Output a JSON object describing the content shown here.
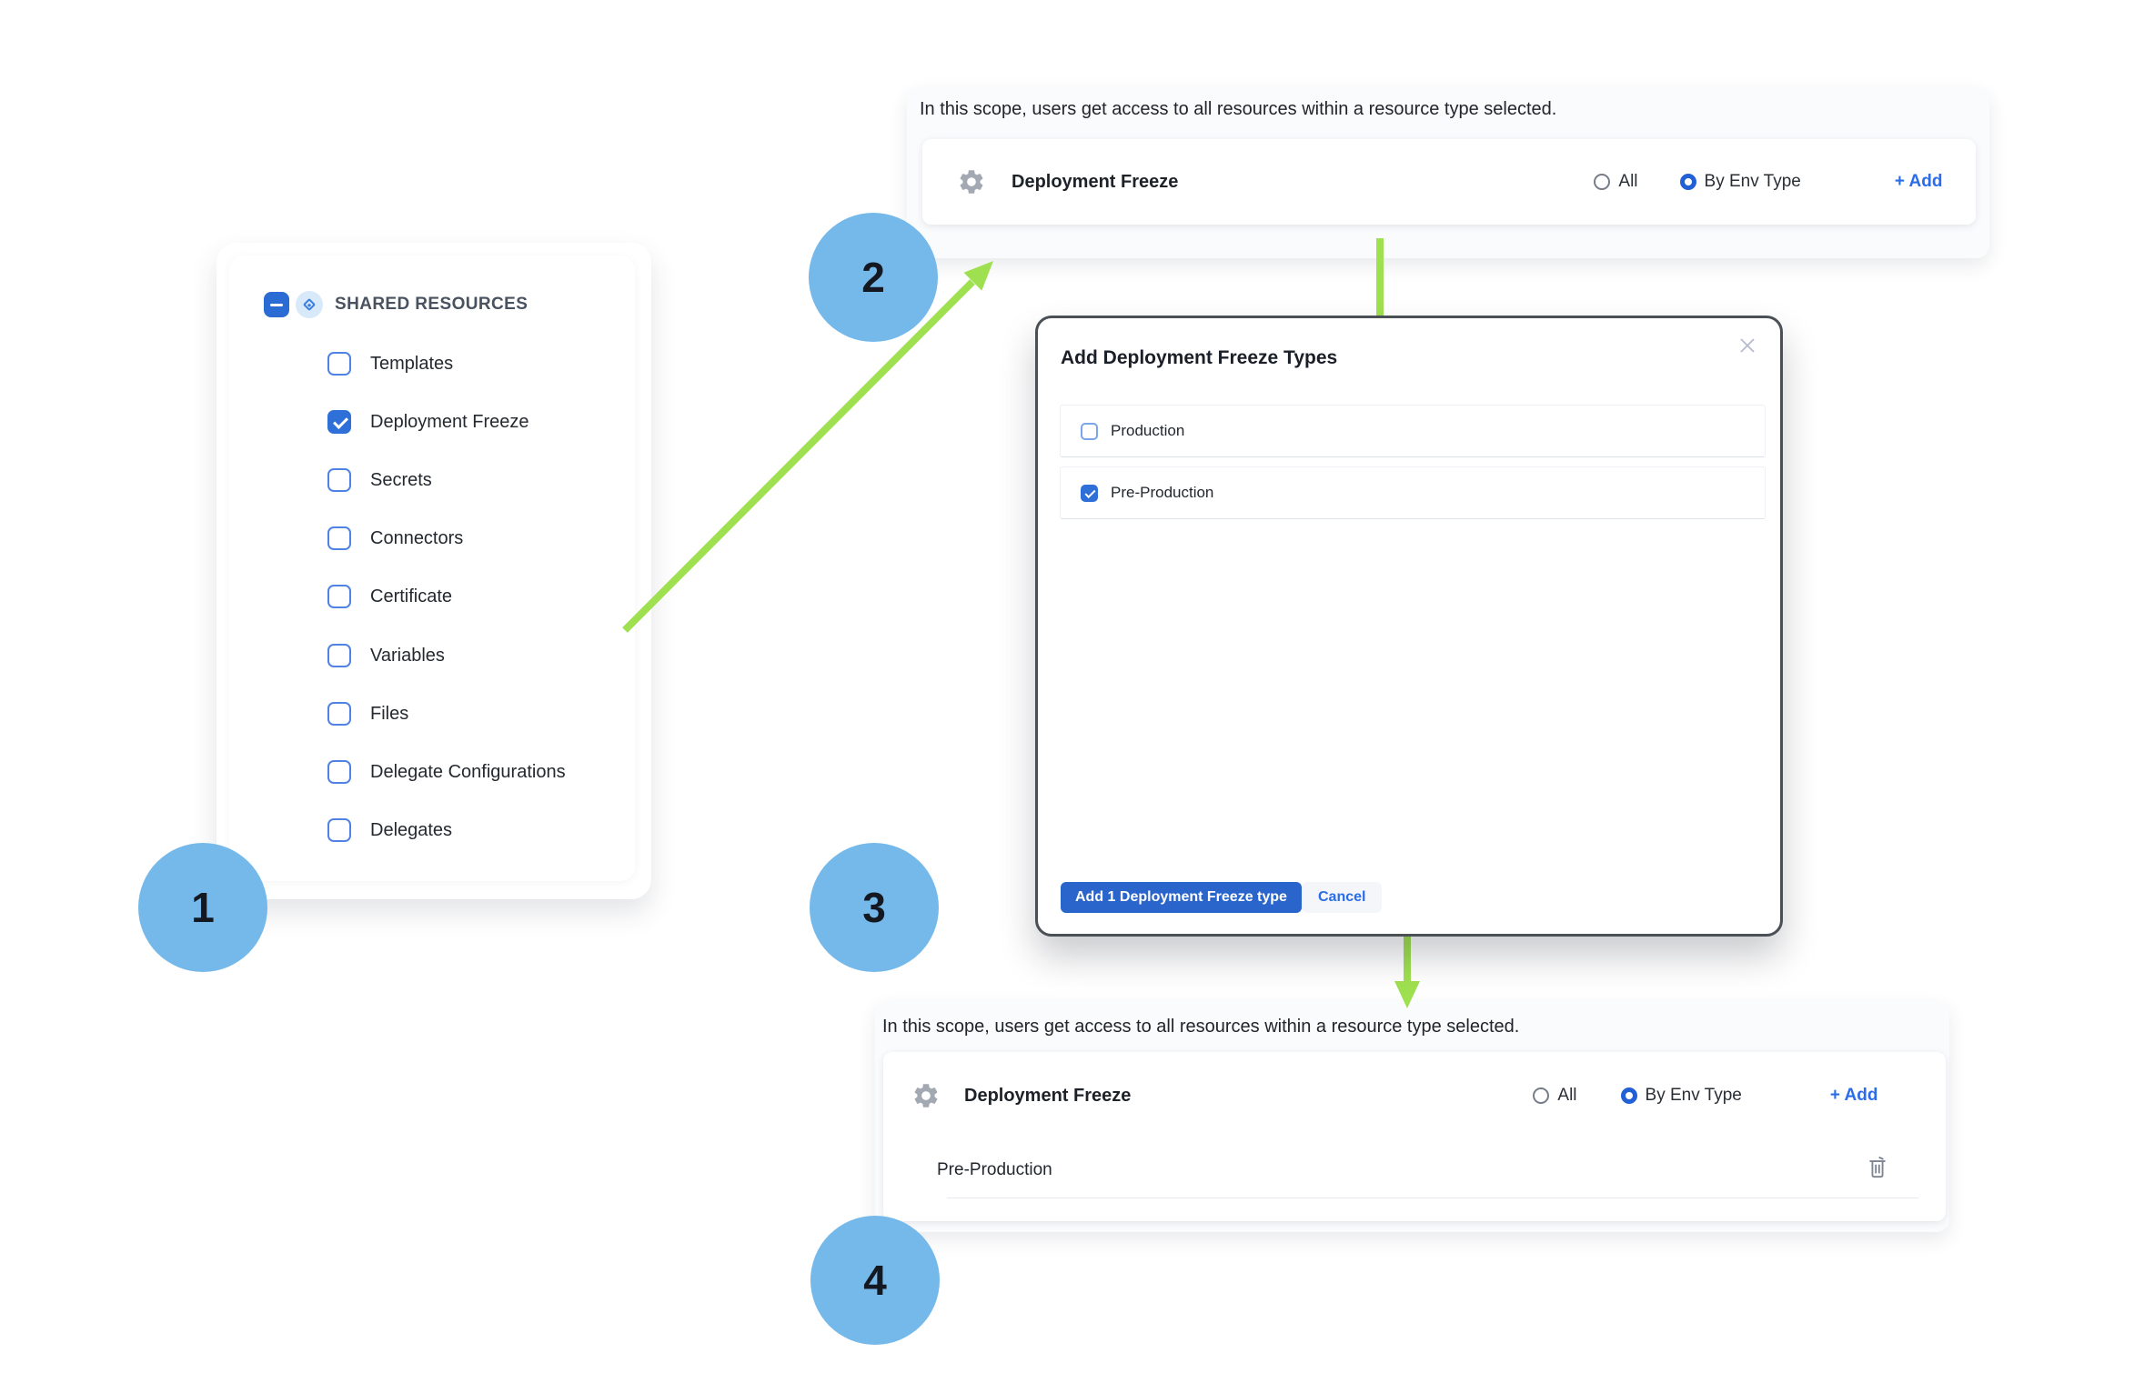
{
  "colors": {
    "accent_blue": "#2e6fd8",
    "link_blue": "#2b6ce8",
    "step_circle_blue": "#74b9ea",
    "arrow_green": "#9fe050",
    "modal_border": "#4a5056"
  },
  "steps": [
    {
      "label": "1"
    },
    {
      "label": "2"
    },
    {
      "label": "3"
    },
    {
      "label": "4"
    }
  ],
  "sidebar": {
    "title": "SHARED RESOURCES",
    "items": [
      {
        "label": "Templates",
        "checked": false
      },
      {
        "label": "Deployment Freeze",
        "checked": true
      },
      {
        "label": "Secrets",
        "checked": false
      },
      {
        "label": "Connectors",
        "checked": false
      },
      {
        "label": "Certificate",
        "checked": false
      },
      {
        "label": "Variables",
        "checked": false
      },
      {
        "label": "Files",
        "checked": false
      },
      {
        "label": "Delegate Configurations",
        "checked": false
      },
      {
        "label": "Delegates",
        "checked": false
      }
    ]
  },
  "scope_top": {
    "description": "In this scope, users get access to all resources within a resource type selected.",
    "resource_name": "Deployment Freeze",
    "radio_all": {
      "label": "All",
      "selected": false
    },
    "radio_by_env": {
      "label": "By Env Type",
      "selected": true
    },
    "add_label": "+ Add"
  },
  "modal": {
    "title": "Add Deployment Freeze Types",
    "rows": [
      {
        "label": "Production",
        "checked": false
      },
      {
        "label": "Pre-Production",
        "checked": true
      }
    ],
    "primary_button": "Add 1 Deployment Freeze type",
    "cancel_button": "Cancel"
  },
  "scope_bottom": {
    "description": "In this scope, users get access to all resources within a resource type selected.",
    "resource_name": "Deployment Freeze",
    "radio_all": {
      "label": "All",
      "selected": false
    },
    "radio_by_env": {
      "label": "By Env Type",
      "selected": true
    },
    "add_label": "+ Add",
    "items": [
      {
        "label": "Pre-Production"
      }
    ]
  }
}
